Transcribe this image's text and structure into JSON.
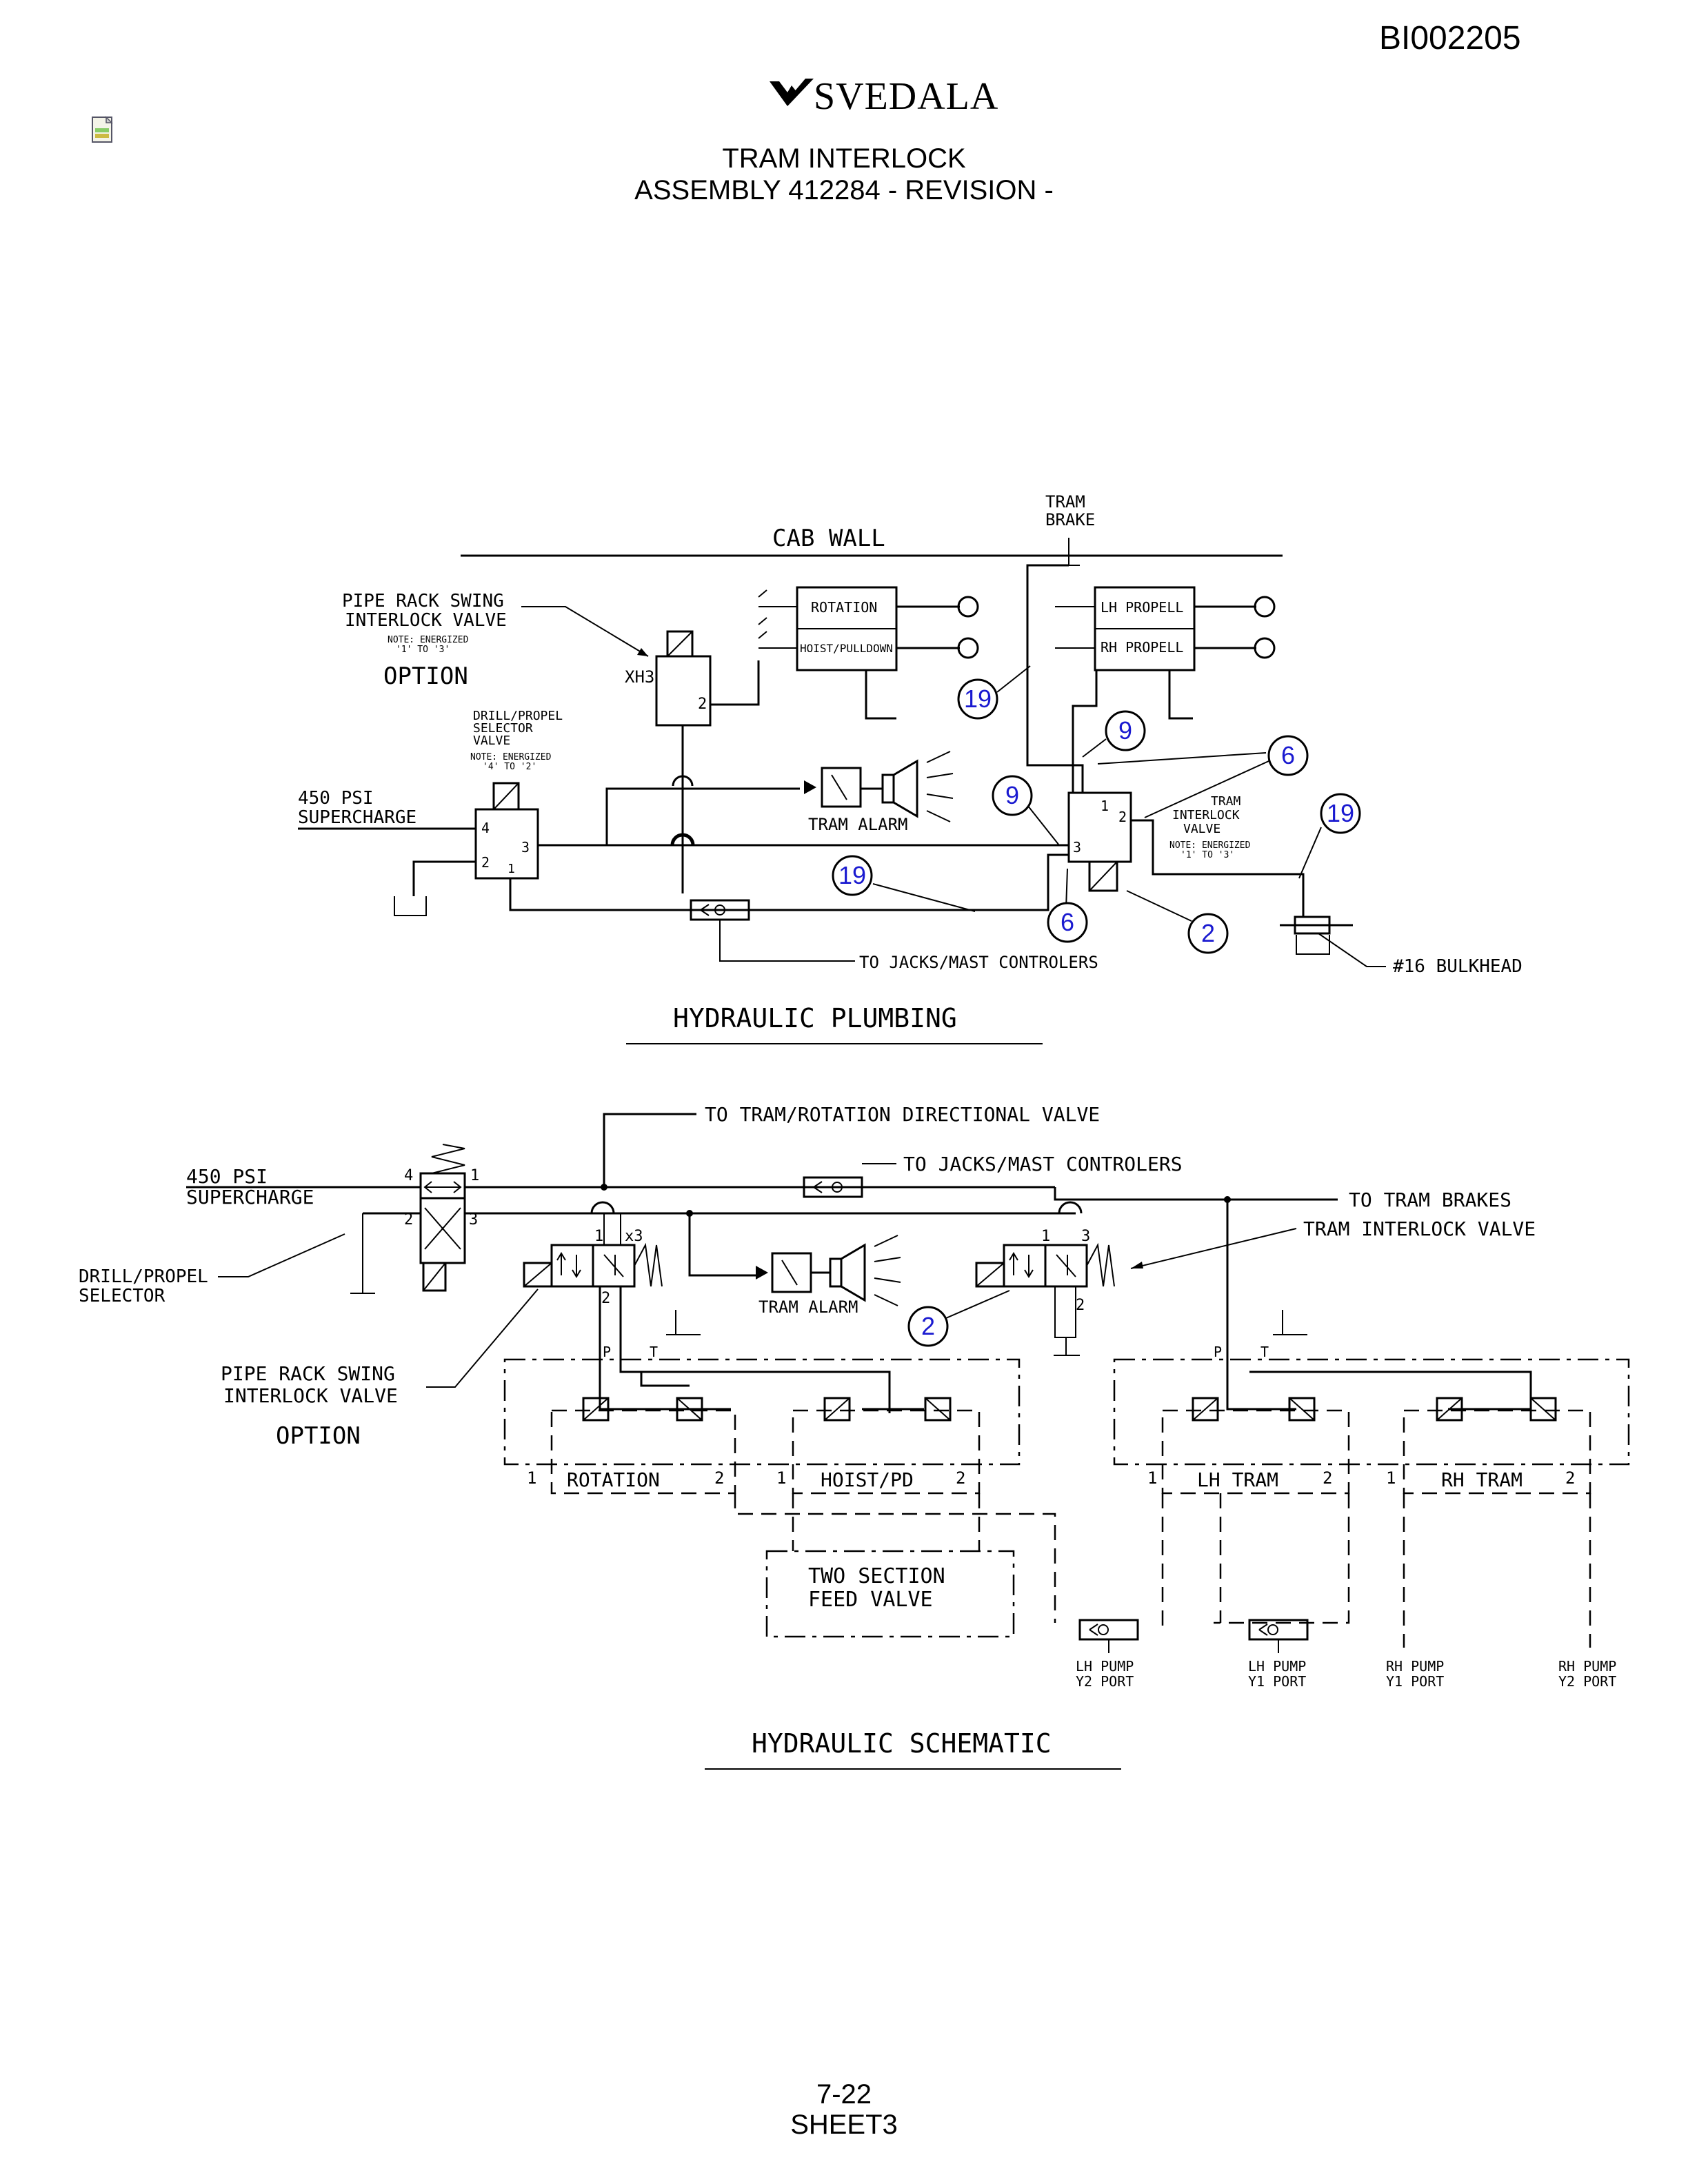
{
  "header": {
    "doc_id": "BI002205",
    "brand": "SVEDALA",
    "title_line1": "TRAM INTERLOCK",
    "title_line2": "ASSEMBLY 412284 - REVISION -"
  },
  "footer": {
    "page_number": "7-22",
    "sheet": "SHEET3"
  },
  "plumbing": {
    "cab_wall": "CAB WALL",
    "tram_brake_1": "TRAM",
    "tram_brake_2": "BRAKE",
    "pipe_rack_1": "PIPE RACK SWING",
    "pipe_rack_2": "INTERLOCK VALVE",
    "pipe_rack_note_1": "NOTE: ENERGIZED",
    "pipe_rack_note_2": "'1' TO '3'",
    "option": "OPTION",
    "xh3": "XH3",
    "drill_sel_1": "DRILL/PROPEL",
    "drill_sel_2": "SELECTOR",
    "drill_sel_3": "VALVE",
    "drill_note_1": "NOTE: ENERGIZED",
    "drill_note_2": "'4' TO '2'",
    "psi_1": "450 PSI",
    "psi_2": "SUPERCHARGE",
    "rotation": "ROTATION",
    "hoist": "HOIST/PULLDOWN",
    "lh_propell": "LH PROPELL",
    "rh_propell": "RH PROPELL",
    "tram_alarm": "TRAM ALARM",
    "tram_interlock_1": "TRAM",
    "tram_interlock_2": "INTERLOCK",
    "tram_interlock_3": "VALVE",
    "interlock_note_1": "NOTE: ENERGIZED",
    "interlock_note_2": "'1' TO '3'",
    "to_jacks": "TO JACKS/MAST CONTROLERS",
    "bulkhead": "#16 BULKHEAD",
    "section_title": "HYDRAULIC PLUMBING",
    "port_4": "4",
    "port_2": "2",
    "port_3": "3",
    "port_1": "1",
    "bubbles": [
      "19",
      "9",
      "6",
      "9",
      "19",
      "19",
      "6",
      "2"
    ]
  },
  "schematic": {
    "to_tram_rotation": "TO TRAM/ROTATION DIRECTIONAL VALVE",
    "to_jacks": "TO JACKS/MAST CONTROLERS",
    "to_tram_brakes": "TO TRAM BRAKES",
    "tram_interlock": "TRAM INTERLOCK VALVE",
    "psi_1": "450 PSI",
    "psi_2": "SUPERCHARGE",
    "drill_sel_1": "DRILL/PROPEL",
    "drill_sel_2": "SELECTOR",
    "tram_alarm": "TRAM ALARM",
    "pipe_rack_1": "PIPE RACK SWING",
    "pipe_rack_2": "INTERLOCK VALVE",
    "option": "OPTION",
    "rotation": "ROTATION",
    "hoist_pd": "HOIST/PD",
    "lh_tram": "LH TRAM",
    "rh_tram": "RH TRAM",
    "feed_valve_1": "TWO SECTION",
    "feed_valve_2": "FEED VALVE",
    "lh_pump_y2_1": "LH PUMP",
    "lh_pump_y2_2": "Y2 PORT",
    "lh_pump_y1_1": "LH PUMP",
    "lh_pump_y1_2": "Y1 PORT",
    "rh_pump_y1_1": "RH PUMP",
    "rh_pump_y1_2": "Y1 PORT",
    "rh_pump_y2_1": "RH PUMP",
    "rh_pump_y2_2": "Y2 PORT",
    "section_title": "HYDRAULIC SCHEMATIC",
    "p": "P",
    "t": "T",
    "x3": "x3",
    "bubble": "2"
  }
}
